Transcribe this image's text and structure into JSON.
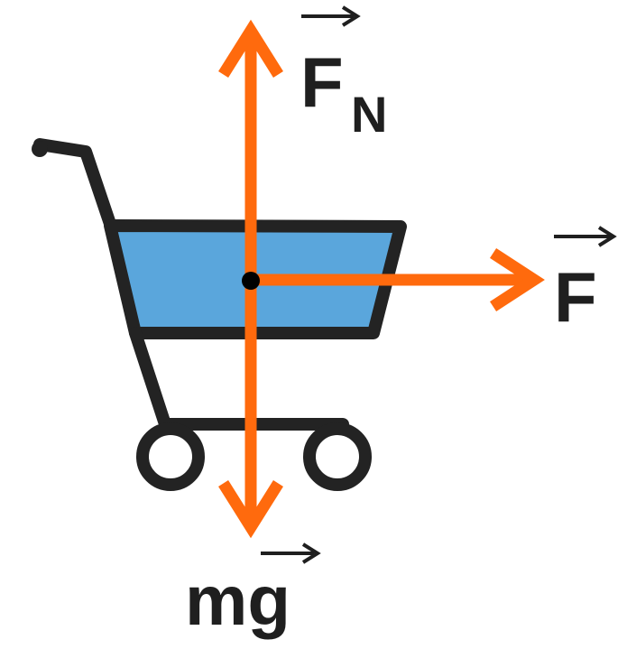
{
  "diagram": {
    "labels": {
      "normal_force_symbol": "F",
      "normal_force_subscript": "N",
      "applied_force_symbol": "F",
      "weight_symbol": "mg"
    },
    "colors": {
      "arrow": "#ff6a0d",
      "cart_outline": "#232323",
      "basket_fill": "#5aa6dc",
      "text": "#1f1f1f",
      "center_dot": "#000000"
    },
    "icons": [
      "shopping-cart-icon",
      "vector-arrow-icon"
    ]
  }
}
